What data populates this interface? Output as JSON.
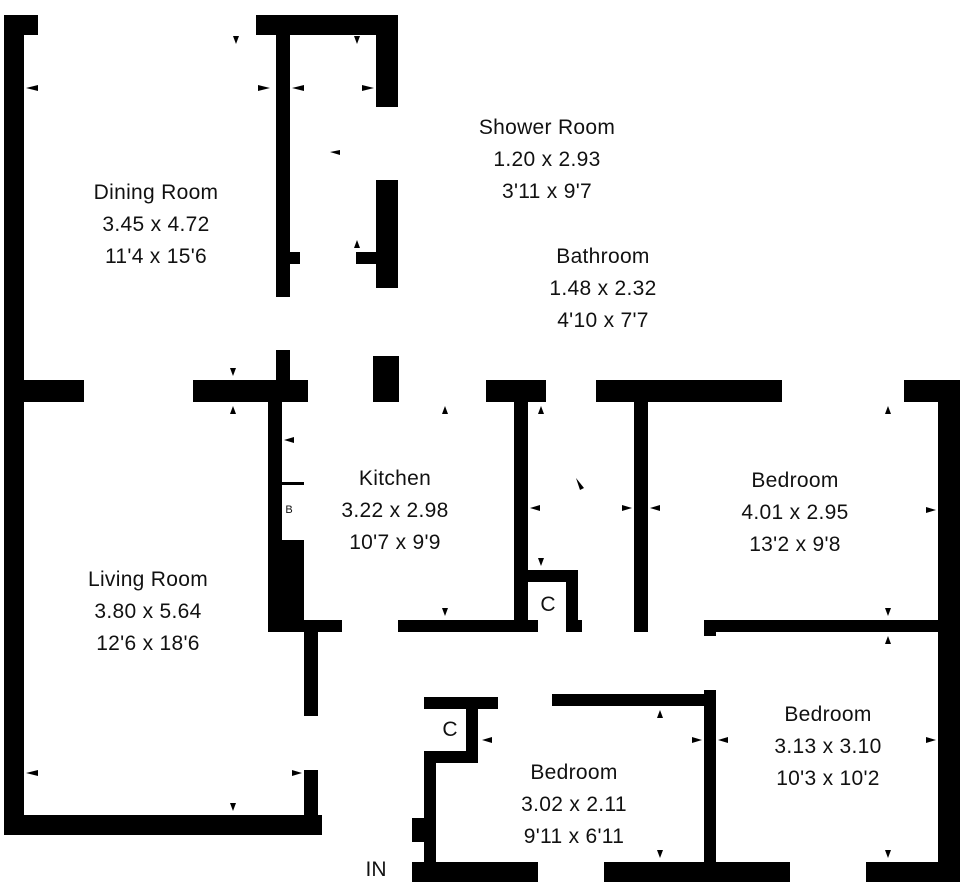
{
  "rooms": {
    "dining_room": {
      "name": "Dining Room",
      "metric": "3.45 x 4.72",
      "imperial": "11'4 x 15'6"
    },
    "shower_room": {
      "name": "Shower Room",
      "metric": "1.20 x 2.93",
      "imperial": "3'11 x 9'7"
    },
    "bathroom": {
      "name": "Bathroom",
      "metric": "1.48 x 2.32",
      "imperial": "4'10 x 7'7"
    },
    "kitchen": {
      "name": "Kitchen",
      "metric": "3.22 x 2.98",
      "imperial": "10'7 x 9'9"
    },
    "bedroom_1": {
      "name": "Bedroom",
      "metric": "4.01 x 2.95",
      "imperial": "13'2 x 9'8"
    },
    "living_room": {
      "name": "Living Room",
      "metric": "3.80 x 5.64",
      "imperial": "12'6 x 18'6"
    },
    "bedroom_2": {
      "name": "Bedroom",
      "metric": "3.13 x 3.10",
      "imperial": "10'3 x 10'2"
    },
    "bedroom_3": {
      "name": "Bedroom",
      "metric": "3.02 x 2.11",
      "imperial": "9'11 x 6'11"
    }
  },
  "labels": {
    "cupboard_hall": "C",
    "cupboard_bedroom": "C",
    "boiler": "B",
    "entrance": "IN"
  },
  "colors": {
    "wall": "#000000",
    "background": "#ffffff",
    "text": "#111111"
  }
}
